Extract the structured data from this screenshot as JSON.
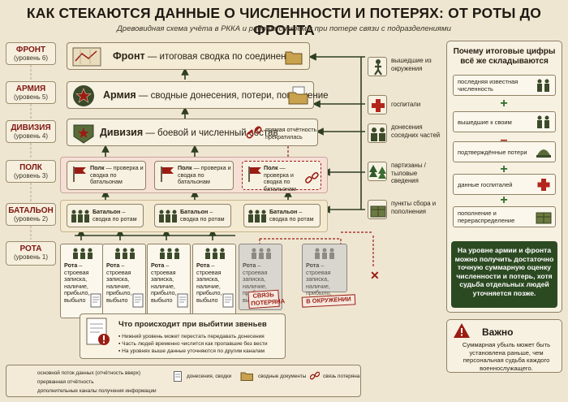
{
  "title": "КАК СТЕКАЮТСЯ ДАННЫЕ О ЧИСЛЕННОСТИ И ПОТЕРЯХ: ОТ РОТЫ ДО ФРОНТА",
  "subtitle": "Древовидная схема учёта в РККА и работа системы при потере связи с подразделениями",
  "levels": [
    {
      "name": "ФРОНТ",
      "sub": "(уровень 6)"
    },
    {
      "name": "АРМИЯ",
      "sub": "(уровень 5)"
    },
    {
      "name": "ДИВИЗИЯ",
      "sub": "(уровень 4)"
    },
    {
      "name": "ПОЛК",
      "sub": "(уровень 3)"
    },
    {
      "name": "БАТАЛЬОН",
      "sub": "(уровень 2)"
    },
    {
      "name": "РОТА",
      "sub": "(уровень 1)"
    }
  ],
  "front": {
    "name": "Фронт",
    "desc": " — итоговая сводка по соединениям"
  },
  "army": {
    "name": "Армия",
    "desc": " — сводные донесения, потери, пополнение"
  },
  "division": {
    "name": "Дивизия",
    "desc": " — боевой и численный состав"
  },
  "broken_report": "прямая отчётность прекратилась",
  "regiments": [
    {
      "name": "Полк",
      "desc": " — проверка и сводка по батальонам"
    },
    {
      "name": "Полк",
      "desc": " — проверка и сводка по батальонам"
    },
    {
      "name": "Полк",
      "desc": " — проверка и сводка по батальонам"
    }
  ],
  "battalions": [
    {
      "name": "Батальон",
      "desc": " – сводка по ротам"
    },
    {
      "name": "Батальон",
      "desc": " – сводка по ротам"
    },
    {
      "name": "Батальон",
      "desc": " – сводка по ротам"
    }
  ],
  "companies": [
    {
      "name": "Рота",
      "desc": " – строевая записка, наличие, прибыло, выбыло"
    },
    {
      "name": "Рота",
      "desc": " – строевая записка, наличие, прибыло, выбыло"
    },
    {
      "name": "Рота",
      "desc": " – строевая записка, наличие, прибыло, выбыло"
    },
    {
      "name": "Рота",
      "desc": " – строевая записка, наличие, прибыло, выбыло"
    },
    {
      "name": "Рота",
      "desc": " – строевая записка, наличие, прибыло, выбыло"
    },
    {
      "name": "Рота",
      "desc": " – строевая записка, наличие, прибыло, выбыло"
    }
  ],
  "stamps": {
    "lost": "СВЯЗЬ ПОТЕРЯНА",
    "encircled": "В ОКРУЖЕНИИ"
  },
  "side_channels": [
    {
      "label": "вышедшие из окружения",
      "icon": "soldier-walking-icon"
    },
    {
      "label": "госпитали",
      "icon": "red-cross-icon"
    },
    {
      "label": "донесения соседних частей",
      "icon": "soldiers-group-icon"
    },
    {
      "label": "партизаны / тыловые сведения",
      "icon": "forest-icon"
    },
    {
      "label": "пункты сбора и пополнения",
      "icon": "supply-crate-icon"
    }
  ],
  "right_panel": {
    "title": "Почему итоговые цифры всё же складываются",
    "items": [
      {
        "label": "последняя известная численность",
        "icon": "soldiers-icon"
      },
      {
        "label": "вышедшие к своим",
        "icon": "soldiers-icon"
      },
      {
        "label": "подтверждённые потери",
        "icon": "helmet-icon"
      },
      {
        "label": "данные госпиталей",
        "icon": "red-cross-icon"
      },
      {
        "label": "пополнение и перераспределение",
        "icon": "supply-crate-icon"
      }
    ],
    "operators": [
      "+",
      "–",
      "+",
      "+"
    ],
    "conclusion": "На уровне армии и фронта можно получить достаточно точную суммарную оценку численности и потерь, хотя судьба отдельных людей уточняется позже."
  },
  "important": {
    "title": "Важно",
    "text": "Суммарная убыль может быть установлена раньше, чем персональная судьба каждого военнослужащего."
  },
  "what_happens": {
    "title": "Что происходит при выбитии звеньев",
    "bullets": [
      "Нижний уровень может перестать передавать донесения",
      "Часть людей временно числится как пропавшие без вести",
      "На уровнях выше данные уточняются по другим каналам"
    ]
  },
  "legend": {
    "main_flow": "основной поток данных (отчётность вверх)",
    "broken": "прерванная отчётность",
    "extra": "дополнительные каналы получения информации",
    "reports": "донесения, сводки",
    "docs": "сводные документы",
    "link_lost": "связь потеряна"
  },
  "colors": {
    "brand_red": "#9b1c12",
    "dark_green": "#2c4a22",
    "paper": "#efe6d2"
  }
}
